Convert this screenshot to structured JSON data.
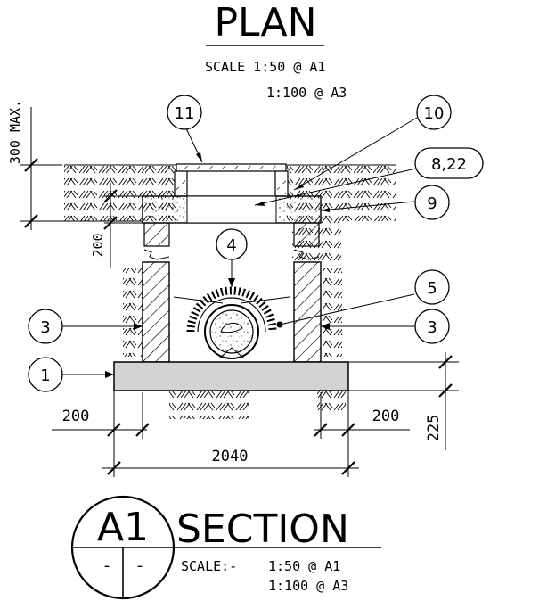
{
  "plan": {
    "title": "PLAN",
    "scale_line1": "SCALE 1:50 @ A1",
    "scale_line2": "1:100 @ A3"
  },
  "section": {
    "ref": "A1",
    "title": "SECTION",
    "sheet_left": "-",
    "sheet_right": "-",
    "scale_label": "SCALE:-",
    "scale_line1": "1:50 @ A1",
    "scale_line2": "1:100 @ A3"
  },
  "dimensions": {
    "max_depth": "300 MAX.",
    "riser": "200",
    "wall_left": "200",
    "wall_right": "200",
    "base": "225",
    "overall_width": "2040"
  },
  "callouts": {
    "c1": "1",
    "c3_left": "3",
    "c3_right": "3",
    "c4": "4",
    "c5": "5",
    "c9": "9",
    "c10": "10",
    "c11": "11",
    "c822": "8,22"
  }
}
